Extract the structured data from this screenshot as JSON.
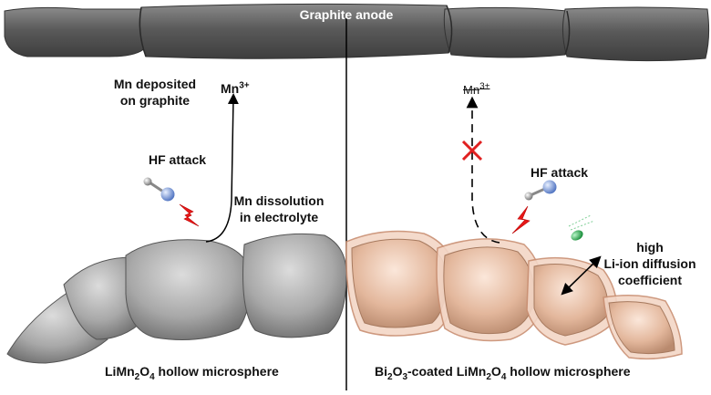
{
  "title": "Graphite anode",
  "left": {
    "deposit_line1": "Mn deposited",
    "deposit_line2": "on graphite",
    "mn_ion": "Mn",
    "mn_charge": "3+",
    "hf_attack": "HF attack",
    "dissolution_line1": "Mn dissolution",
    "dissolution_line2": "in electrolyte",
    "bottom_pre": "LiMn",
    "bottom_sub1": "2",
    "bottom_mid": "O",
    "bottom_sub2": "4",
    "bottom_post": " hollow microsphere"
  },
  "right": {
    "mn_ion": "Mn",
    "mn_charge": "3+",
    "hf_attack": "HF attack",
    "diffusion_line1": "high",
    "diffusion_line2": "Li-ion diffusion",
    "diffusion_line3": "coefficient",
    "bottom_p1": "Bi",
    "bottom_s1": "2",
    "bottom_p2": "O",
    "bottom_s2": "3",
    "bottom_p3": "-coated LiMn",
    "bottom_s3": "2",
    "bottom_p4": "O",
    "bottom_s4": "4",
    "bottom_p5": " hollow microsphere"
  },
  "colors": {
    "graphite": "#5d5d5d",
    "particle_gray": "#a9a9a9",
    "particle_coated": "#e6bca2",
    "coating_shell": "#f3d6c6",
    "lightning": "#e81818",
    "cross": "#e02020",
    "li_ion": "#22b24a"
  }
}
